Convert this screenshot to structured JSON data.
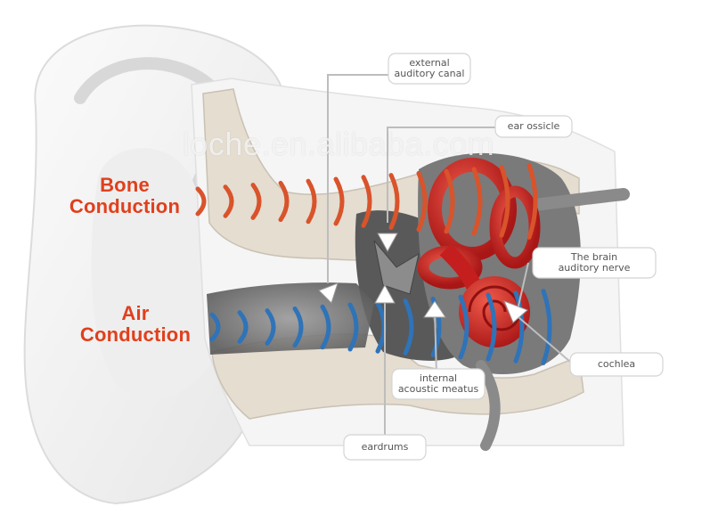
{
  "labels": {
    "bone_conduction": [
      "Bone",
      "Conduction"
    ],
    "air_conduction": [
      "Air",
      "Conduction"
    ],
    "external_auditory_canal": [
      "external",
      "auditory canal"
    ],
    "ear_ossicle": "ear ossicle",
    "brain_auditory_nerve": [
      "The brain",
      "auditory nerve"
    ],
    "cochlea": "cochlea",
    "internal_acoustic_meatus": [
      "internal",
      "acoustic meatus"
    ],
    "eardrums": "eardrums"
  },
  "watermark": "loche.en.alibaba.com",
  "colors": {
    "bone_wave": "#d9532b",
    "bone_text": "#e0401c",
    "air_wave": "#2f73b8",
    "air_text": "#e0401c",
    "inner_ear": "#c41e1e",
    "bone_tissue": "#e4ddd0",
    "skin": "#f3f3f3"
  },
  "waves": {
    "bone_count": 13,
    "air_count": 13
  }
}
